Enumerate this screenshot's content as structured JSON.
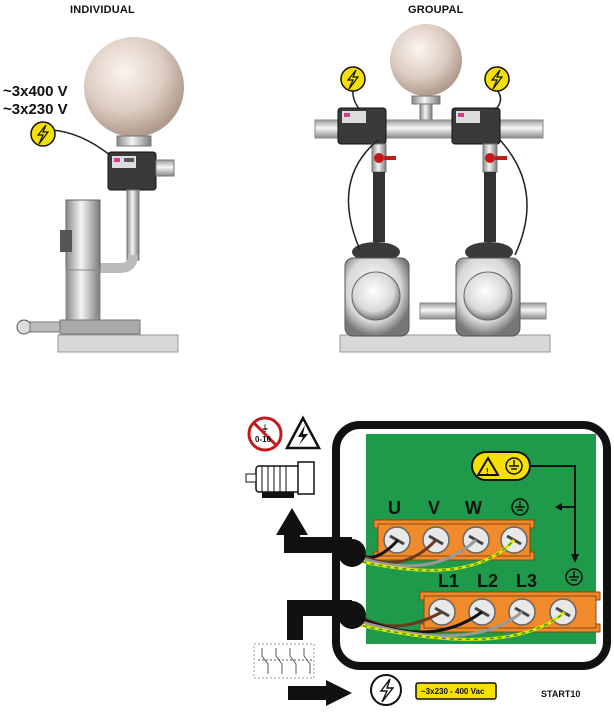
{
  "titles": {
    "individual": "INDIVIDUAL",
    "groupal": "GROUPAL"
  },
  "voltage": {
    "line1": "~3x400 V",
    "line2": "~3x230 V"
  },
  "terminals": {
    "motor": [
      "U",
      "V",
      "W"
    ],
    "line": [
      "L1",
      "L2",
      "L3"
    ]
  },
  "no_ground_label": "0-16",
  "supply_label": "~3x230 - 400 Vac",
  "model": "START10",
  "colors": {
    "board": "#1f9a4a",
    "terminal": "#f08a2a",
    "badge": "#f5e000",
    "sphere": "#d9c9bd",
    "pipe": "#c8c8c8"
  },
  "icons": [
    "lightning-icon",
    "warning-icon",
    "ground-icon",
    "motor-icon",
    "no-ground-icon",
    "switch-icon"
  ]
}
